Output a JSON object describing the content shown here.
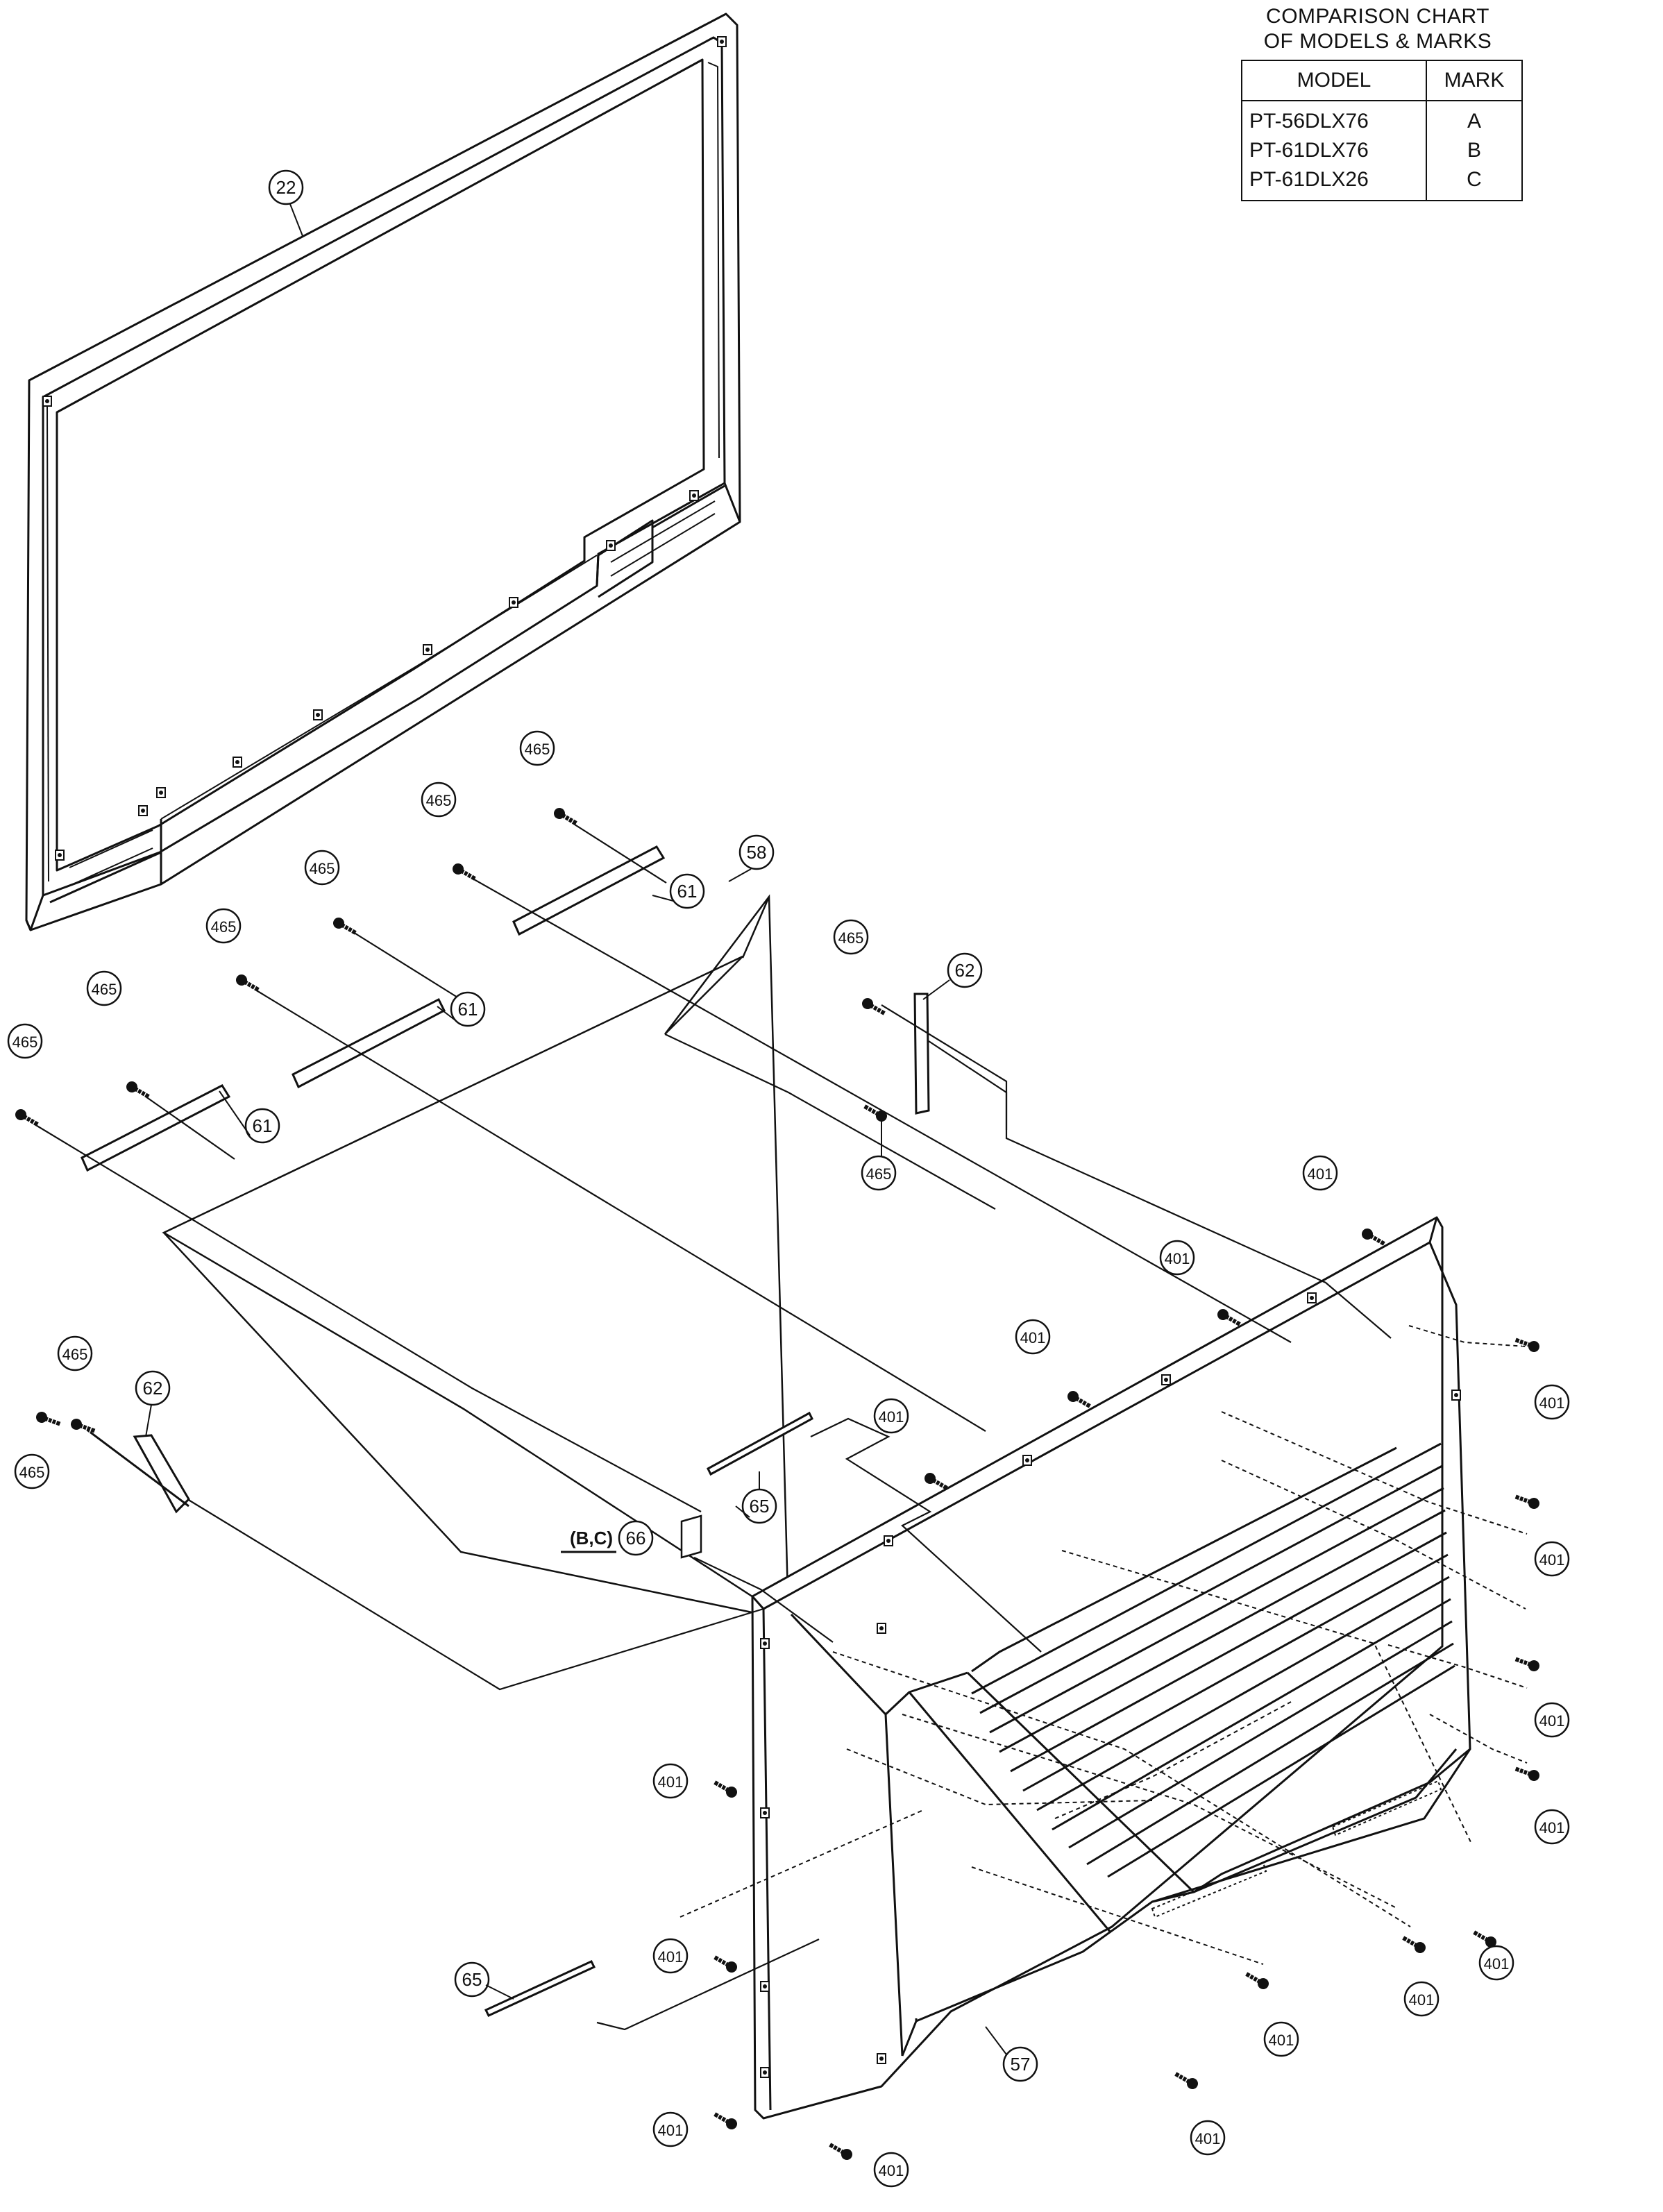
{
  "comparison_chart": {
    "title_line1": "COMPARISON CHART",
    "title_line2": "OF MODELS & MARKS",
    "header_model": "MODEL",
    "header_mark": "MARK",
    "rows": [
      {
        "model": "PT-56DLX76",
        "mark": "A"
      },
      {
        "model": "PT-61DLX76",
        "mark": "B"
      },
      {
        "model": "PT-61DLX26",
        "mark": "C"
      }
    ]
  },
  "parts": {
    "p22": "22",
    "p58": "58",
    "p61": "61",
    "p62": "62",
    "p465": "465",
    "p401": "401",
    "p65": "65",
    "p66": "66",
    "p57": "57",
    "bc_note": "(B,C)"
  }
}
